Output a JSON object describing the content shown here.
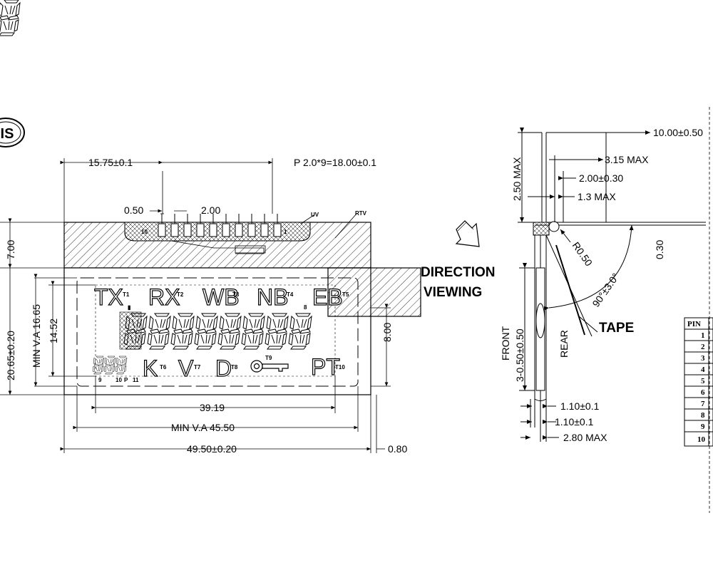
{
  "logo": {
    "text": "IS"
  },
  "front_view": {
    "dims": {
      "d_15_75": "15.75±0.1",
      "d_pitch": "P 2.0*9=18.00±0.1",
      "d_0_50": "0.50",
      "d_2_00": "2.00",
      "uv": "UV",
      "rtv": "RTV",
      "d_7_00": "7.00",
      "d_20_65": "20.65±0.20",
      "d_min_va_16_65": "MIN V.A 16.65",
      "d_14_52": "14.52",
      "d_8_00": "8.00",
      "d_39_19": "39.19",
      "d_min_va_45_50": "MIN V.A 45.50",
      "d_49_50": "49.50±0.20",
      "d_0_80": "0.80"
    },
    "segments": {
      "tx": "TX",
      "t1": "T1",
      "rx": "RX",
      "t2": "T2",
      "wb": "WB",
      "t3": "T3",
      "nb": "NB",
      "t4": "T4",
      "eb": "EB",
      "t5": "T5",
      "num_8": "8",
      "k": "K",
      "t6": "T6",
      "v": "V",
      "t7": "T7",
      "d": "D",
      "t8": "T8",
      "t9": "T9",
      "pt": "PT",
      "t10": "T10",
      "n9": "9",
      "n10": "10",
      "p": "P",
      "n11": "11",
      "pin10": "10",
      "pin1": "1"
    }
  },
  "direction_label": {
    "line1": "DIRECTION",
    "line2": "VIEWING"
  },
  "side_view": {
    "dims": {
      "d_2_50": "2.50 MAX",
      "d_10_00": "10.00±0.50",
      "d_3_15": "3.15 MAX",
      "d_2_00": "2.00±0.30",
      "d_1_3": "1.3 MAX",
      "d_0_30": "0.30",
      "r_0_50": "R0.50",
      "angle": "90°±3.0°",
      "tape": "TAPE",
      "front": "FRONT",
      "rear": "REAR",
      "d_3_050": "3-0.50±0.50",
      "d_1_10a": "1.10±0.1",
      "d_1_10b": "1.10±0.1",
      "d_2_80": "2.80 MAX"
    }
  },
  "pin_table": {
    "header": "PIN",
    "rows": [
      "1",
      "2",
      "3",
      "4",
      "5",
      "6",
      "7",
      "8",
      "9",
      "10"
    ]
  }
}
